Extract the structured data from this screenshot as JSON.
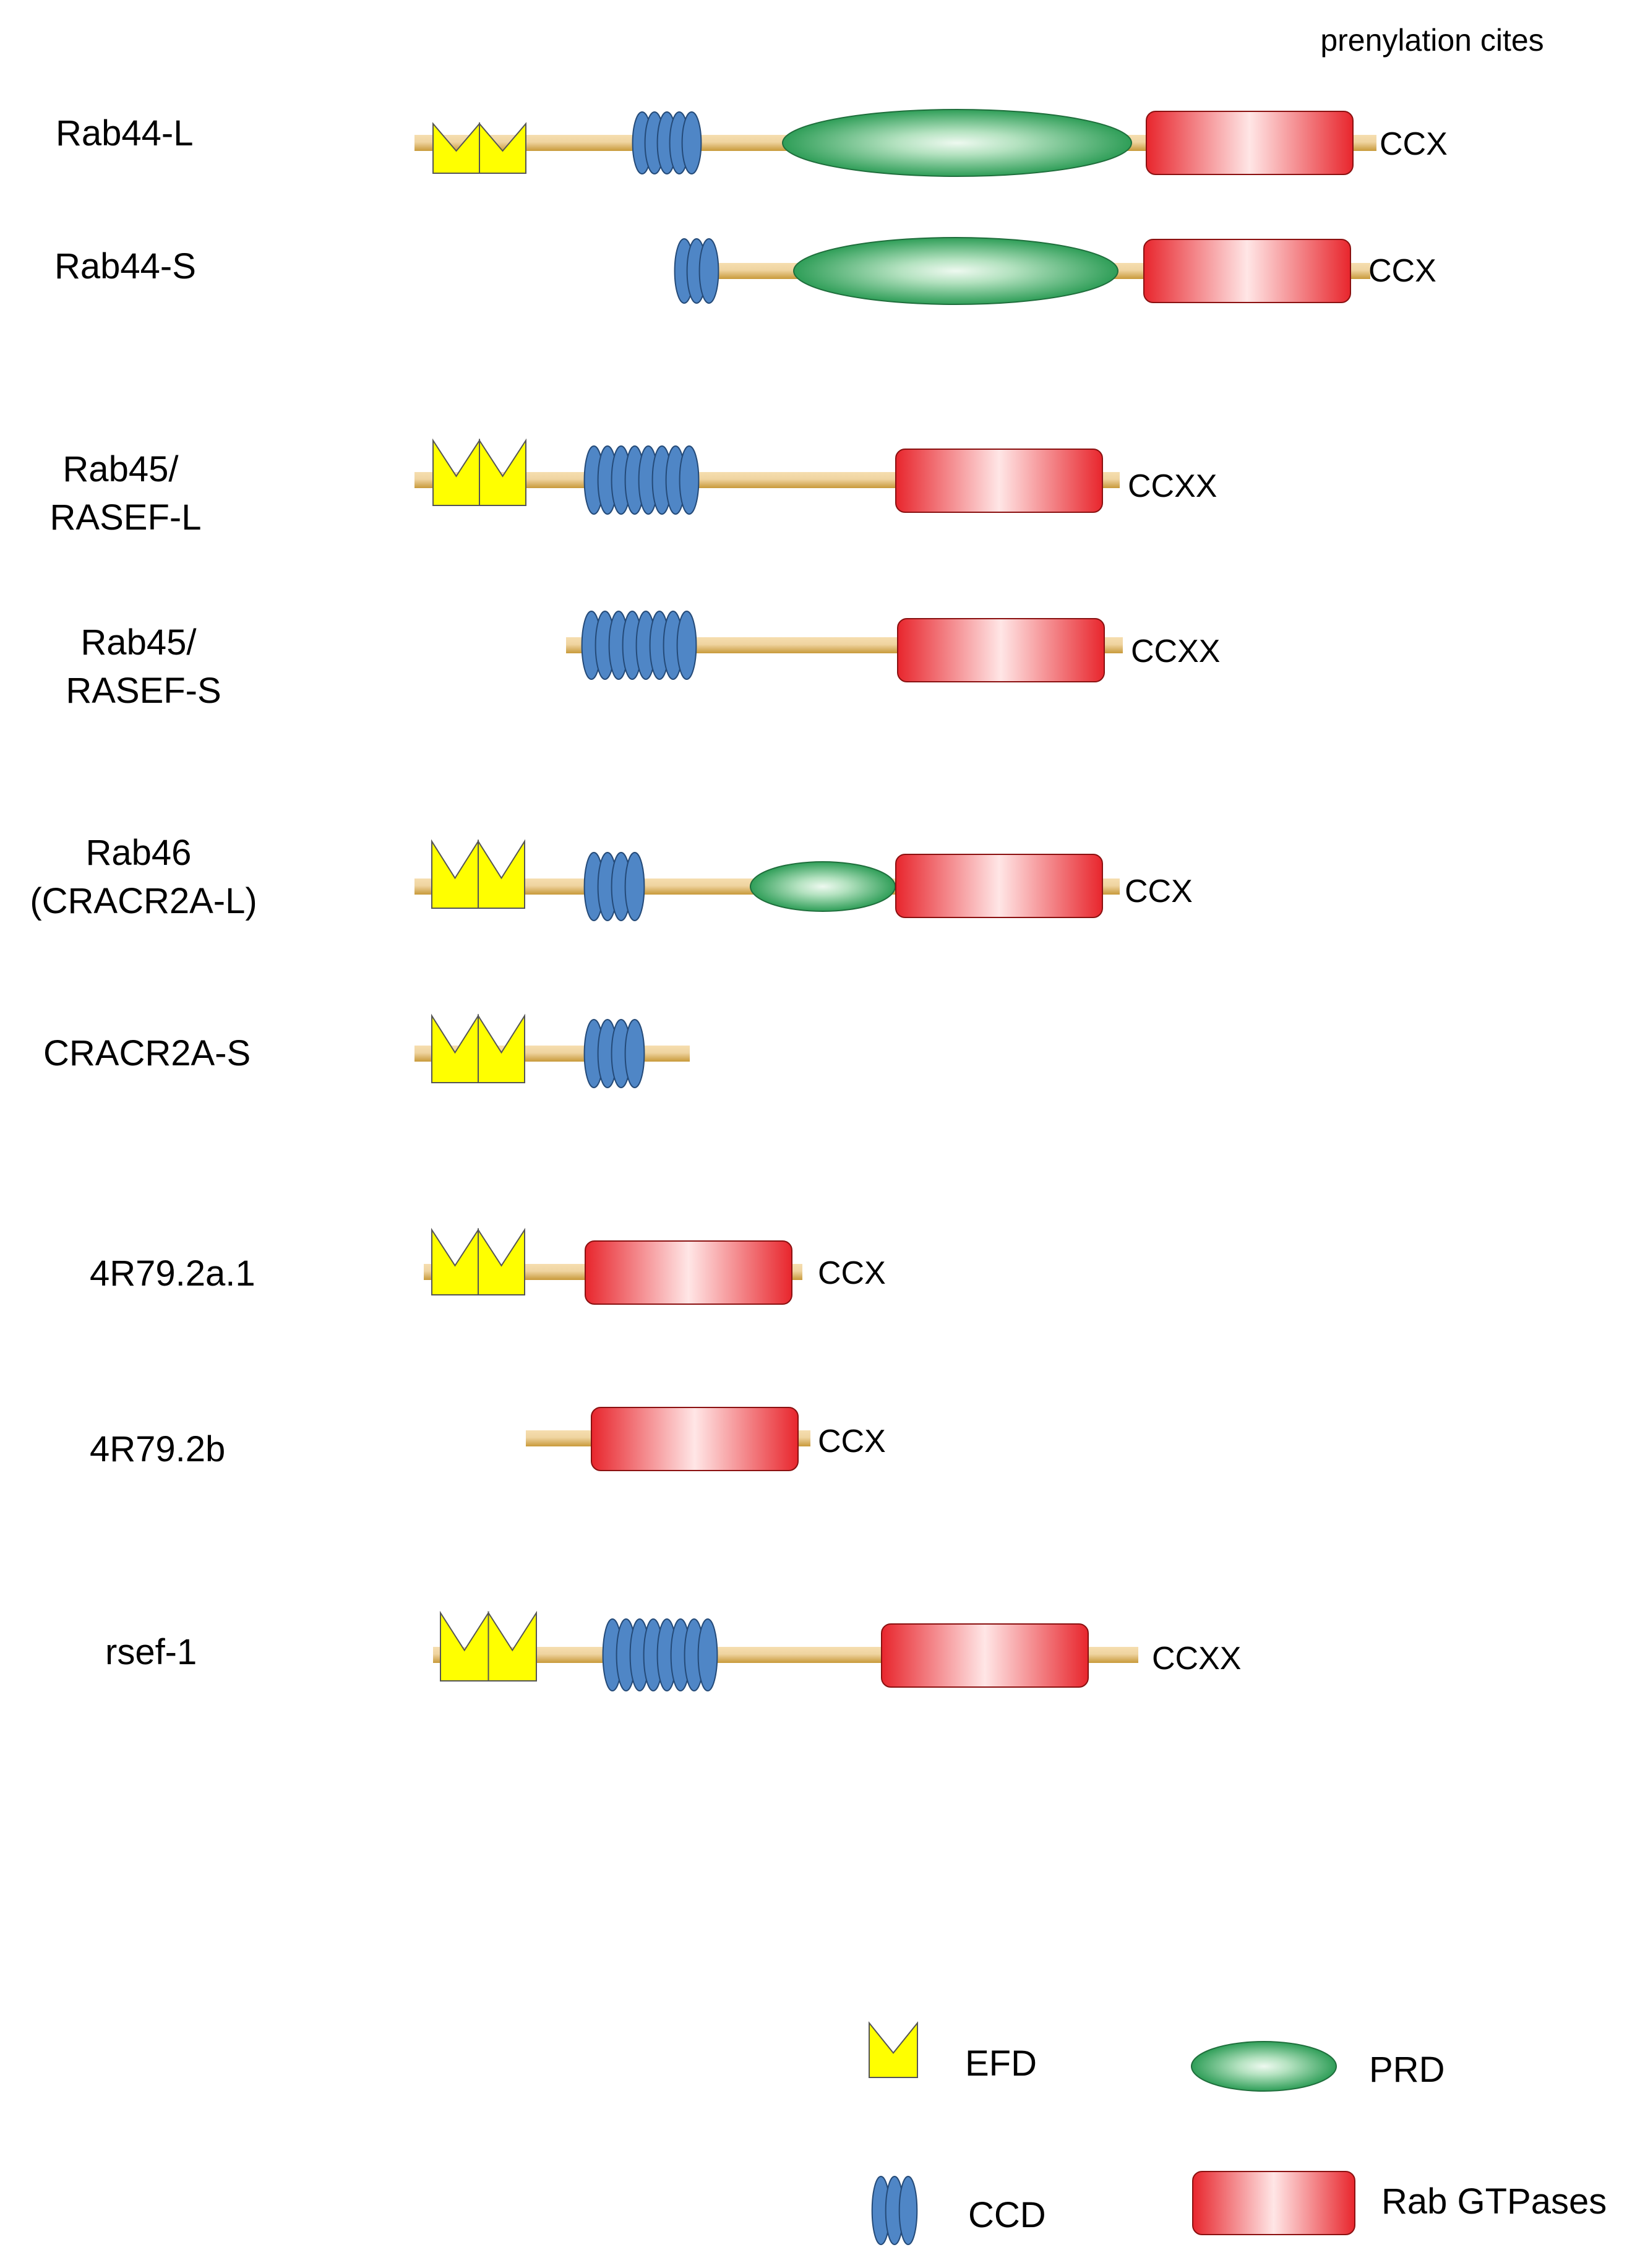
{
  "header": {
    "prenylation_label": "prenylation cites"
  },
  "proteins": [
    {
      "name_lines": [
        "Rab44-L"
      ],
      "motif": "CCX",
      "domains": [
        {
          "type": "EFD",
          "count": 2
        },
        {
          "type": "CCD",
          "count": 5
        },
        {
          "type": "PRD"
        },
        {
          "type": "RAB"
        }
      ]
    },
    {
      "name_lines": [
        "Rab44-S"
      ],
      "motif": "CCX",
      "domains": [
        {
          "type": "CCD",
          "count": 3
        },
        {
          "type": "PRD"
        },
        {
          "type": "RAB"
        }
      ]
    },
    {
      "name_lines": [
        "Rab45/",
        "RASEF-L"
      ],
      "motif": "CCXX",
      "domains": [
        {
          "type": "EFD",
          "count": 2
        },
        {
          "type": "CCD",
          "count": 8
        },
        {
          "type": "RAB"
        }
      ]
    },
    {
      "name_lines": [
        "Rab45/",
        "RASEF-S"
      ],
      "motif": "CCXX",
      "domains": [
        {
          "type": "CCD",
          "count": 8
        },
        {
          "type": "RAB"
        }
      ]
    },
    {
      "name_lines": [
        "Rab46",
        "(CRACR2A-L)"
      ],
      "motif": "CCX",
      "domains": [
        {
          "type": "EFD",
          "count": 2
        },
        {
          "type": "CCD",
          "count": 4
        },
        {
          "type": "PRD"
        },
        {
          "type": "RAB"
        }
      ]
    },
    {
      "name_lines": [
        "CRACR2A-S"
      ],
      "motif": "",
      "domains": [
        {
          "type": "EFD",
          "count": 2
        },
        {
          "type": "CCD",
          "count": 4
        }
      ]
    },
    {
      "name_lines": [
        "4R79.2a.1"
      ],
      "motif": "CCX",
      "domains": [
        {
          "type": "EFD",
          "count": 2
        },
        {
          "type": "RAB"
        }
      ]
    },
    {
      "name_lines": [
        "4R79.2b"
      ],
      "motif": "CCX",
      "domains": [
        {
          "type": "RAB"
        }
      ]
    },
    {
      "name_lines": [
        "rsef-1"
      ],
      "motif": "CCXX",
      "domains": [
        {
          "type": "EFD",
          "count": 2
        },
        {
          "type": "CCD",
          "count": 8
        },
        {
          "type": "RAB"
        }
      ]
    }
  ],
  "legend": {
    "efd": "EFD",
    "prd": "PRD",
    "ccd": "CCD",
    "rab": "Rab GTPases"
  },
  "colors": {
    "backbone_light": "#f6deb0",
    "backbone_dark": "#c89a3a",
    "efd_fill": "#ffff00",
    "ccd_fill": "#4f86c6",
    "prd_light": "#e6f6ea",
    "prd_dark": "#2f9e58",
    "rab_light": "#ffe6e6",
    "rab_dark": "#e8262d"
  }
}
